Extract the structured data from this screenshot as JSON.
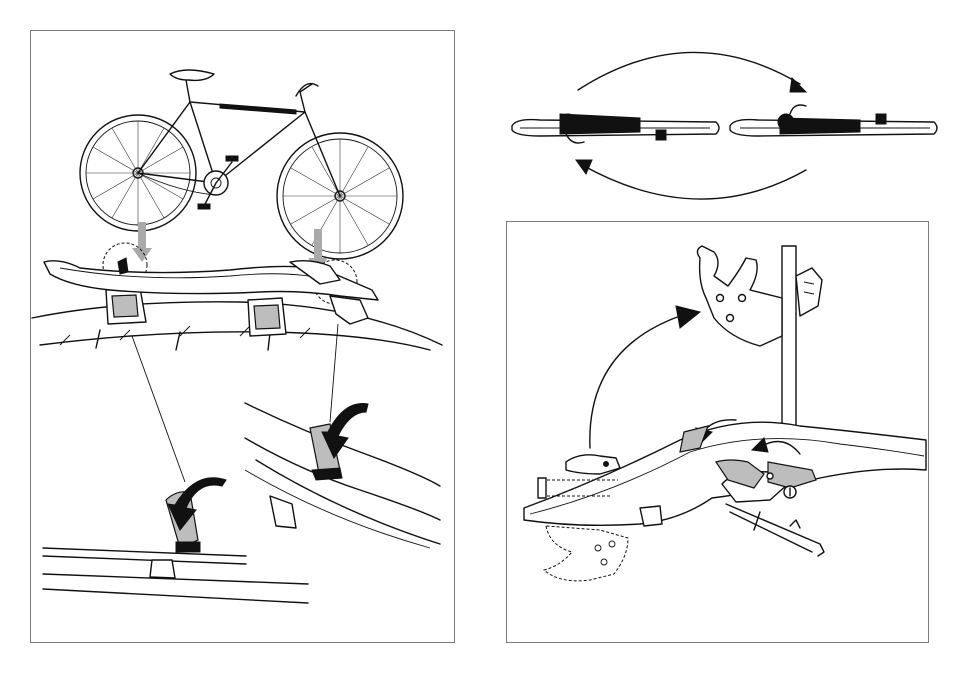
{
  "panels": {
    "left": {
      "name": "mounting-steps"
    },
    "right_top": {
      "name": "rotation-diagram"
    },
    "right_bottom": {
      "name": "clamp-operation"
    }
  },
  "colors": {
    "frame": "#7a7a7a",
    "ink": "#111111",
    "arrow_grey": "#a9a9a9",
    "clamp_grey": "#bdbdbd"
  },
  "icons": [
    "bicycle-icon",
    "down-arrow-icon",
    "curved-arrow-icon",
    "rotation-arrow-icon"
  ]
}
